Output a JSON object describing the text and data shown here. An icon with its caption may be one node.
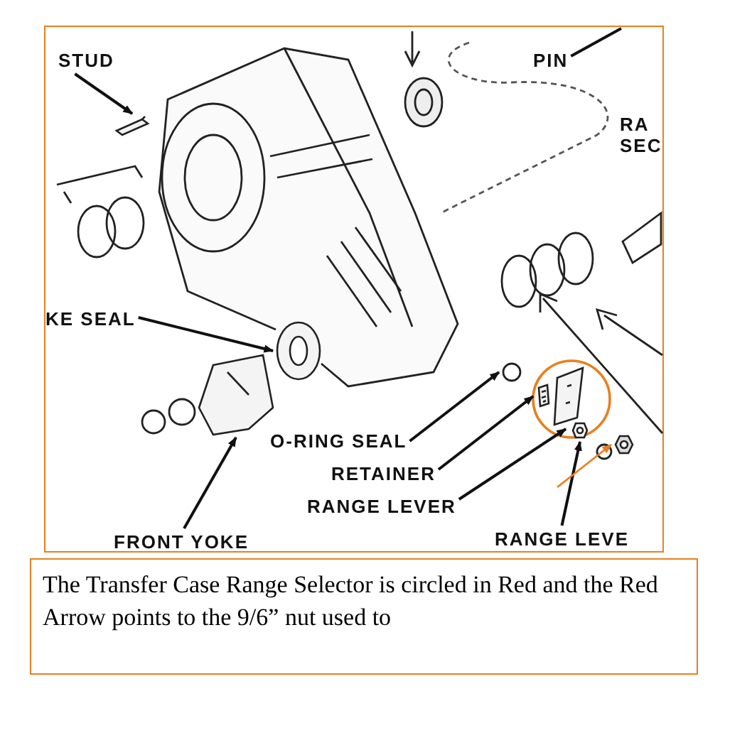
{
  "diagram": {
    "nodes": [
      {
        "text": [
          "STUD"
        ]
      },
      {
        "text": [
          "PIN"
        ]
      },
      {
        "text": [
          "RA SEC"
        ]
      },
      {
        "text": [
          "KE SEAL"
        ]
      },
      {
        "text": [
          "O-RING SEAL"
        ]
      },
      {
        "text": [
          "RETAINER"
        ]
      },
      {
        "text": [
          "RANGE LEVER"
        ]
      },
      {
        "text": [
          "RANGE LEVE"
        ]
      },
      {
        "text": [
          "FRONT YOKE"
        ]
      },
      {
        "text": [],
        "shape": "circle"
      },
      {
        "text": [],
        "shape": "picture"
      },
      {
        "text": [
          "The Transfer Case Range Selector is circled in Red and the Red Arrow points to the 9/6” nut used to"
        ]
      },
      {
        "text": [],
        "shape": "picture"
      },
      {
        "text": [],
        "shape": "picture"
      },
      {
        "text": [],
        "shape": "circle"
      },
      {
        "text": [],
        "shape": "picture",
        "in": 9
      },
      {
        "text": [],
        "shape": "picture",
        "in": 9
      },
      {
        "text": [],
        "shape": "picture",
        "in": 9
      },
      {
        "text": [],
        "shape": "picture"
      }
    ],
    "edges": [
      {
        "from": 0,
        "to": 12,
        "arrow": "to"
      },
      {
        "from": 1,
        "to": null,
        "arrow": "none"
      },
      {
        "from": 3,
        "to": 13,
        "arrow": "to"
      },
      {
        "from": 4,
        "to": 14,
        "arrow": "to"
      },
      {
        "from": 5,
        "to": 15,
        "arrow": "to"
      },
      {
        "from": 6,
        "to": 16,
        "arrow": "to"
      },
      {
        "from": 7,
        "to": 17,
        "arrow": "to"
      },
      {
        "from": 8,
        "to": 18,
        "arrow": "to"
      },
      {
        "from": null,
        "to": 10,
        "arrow": "to",
        "color": "#e8801f"
      }
    ]
  }
}
